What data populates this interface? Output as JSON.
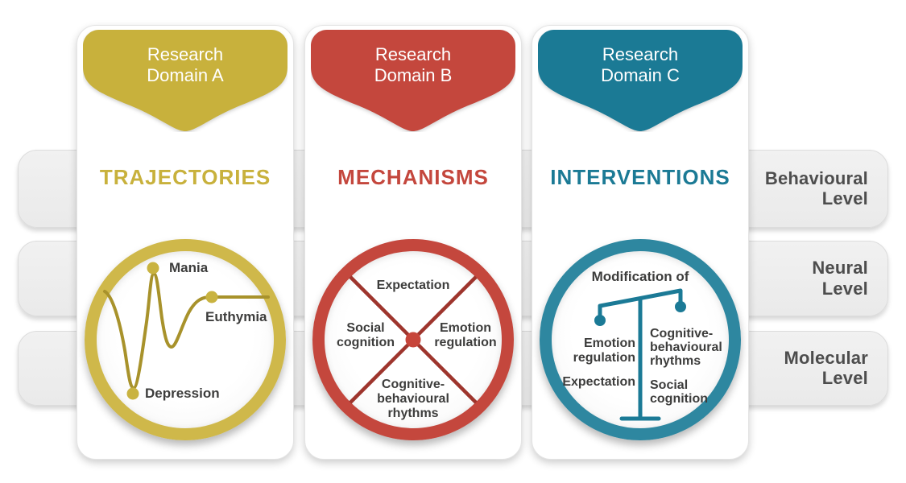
{
  "figure": {
    "background": "#ffffff",
    "text_dark": "#3d3d3c",
    "level_text_color": "#4d4d4d",
    "bar_fill": "#ededed"
  },
  "levels": [
    {
      "line1": "Behavioural",
      "line2": "Level"
    },
    {
      "line1": "Neural",
      "line2": "Level"
    },
    {
      "line1": "Molecular",
      "line2": "Level"
    }
  ],
  "columns": [
    {
      "banner_line1": "Research",
      "banner_line2": "Domain A",
      "title": "TRAJECTORIES",
      "color": "#C8B13C",
      "circle": {
        "ring_color": "#CFB84A",
        "curve_color": "#A8922B",
        "dot_color": "#C9B340",
        "point_labels": {
          "mania": "Mania",
          "euthymia": "Euthymia",
          "depression": "Depression"
        }
      }
    },
    {
      "banner_line1": "Research",
      "banner_line2": "Domain B",
      "title": "MECHANISMS",
      "color": "#C4473D",
      "circle": {
        "ring_color": "#C4473D",
        "cross_color": "#9E352D",
        "hub_color": "#C7453A",
        "quadrants": {
          "top": {
            "lines": [
              "Expectation"
            ]
          },
          "left": {
            "lines": [
              "Social",
              "cognition"
            ]
          },
          "right": {
            "lines": [
              "Emotion",
              "regulation"
            ]
          },
          "bottom": {
            "lines": [
              "Cognitive-",
              "behavioural",
              "rhythms"
            ]
          }
        }
      }
    },
    {
      "banner_line1": "Research",
      "banner_line2": "Domain C",
      "title": "INTERVENTIONS",
      "color": "#1B7A95",
      "circle": {
        "ring_color": "#2E87A0",
        "scale_color": "#1B7A96",
        "heading": "Modification of",
        "left_items": [
          {
            "lines": [
              "Emotion",
              "regulation"
            ]
          },
          {
            "lines": [
              "Expectation"
            ]
          }
        ],
        "right_items": [
          {
            "lines": [
              "Cognitive-",
              "behavioural",
              "rhythms"
            ]
          },
          {
            "lines": [
              "Social",
              "cognition"
            ]
          }
        ]
      }
    }
  ]
}
